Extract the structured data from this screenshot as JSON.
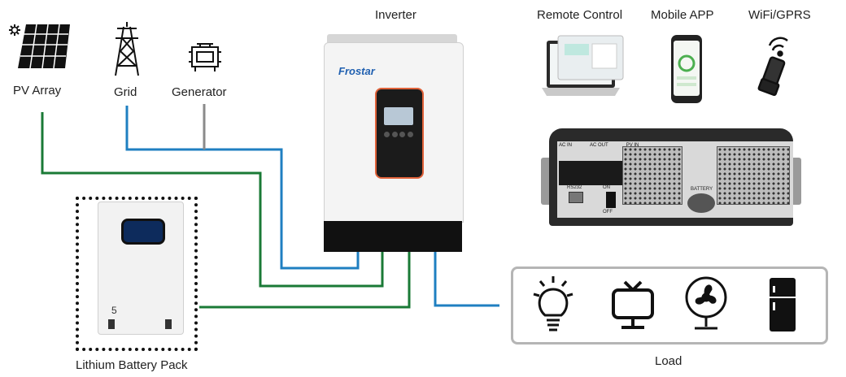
{
  "labels": {
    "inverter": "Inverter",
    "remote_control": "Remote Control",
    "mobile_app": "Mobile APP",
    "wifi_gprs": "WiFi/GPRS",
    "pv_array": "PV Array",
    "grid": "Grid",
    "generator": "Generator",
    "battery": "Lithium Battery Pack",
    "load": "Load"
  },
  "inverter_brand": "Frostar",
  "battery_model": "5",
  "back_panel": {
    "ac_in": "AC IN",
    "ac_out": "AC OUT",
    "pv_in": "PV IN",
    "rs232": "RS232",
    "battery": "BATTERY",
    "on": "ON",
    "off": "OFF"
  },
  "colors": {
    "pv_line": "#1a7a36",
    "grid_line": "#1f7fc1",
    "generator_line": "#8a8a8a",
    "battery_line": "#1a7a36",
    "load_line": "#1f7fc1"
  },
  "icons": [
    "solar-panel-icon",
    "power-tower-icon",
    "generator-icon",
    "laptop-icon",
    "phone-icon",
    "wifi-dongle-icon",
    "lightbulb-icon",
    "tv-icon",
    "fan-icon",
    "fridge-icon"
  ]
}
